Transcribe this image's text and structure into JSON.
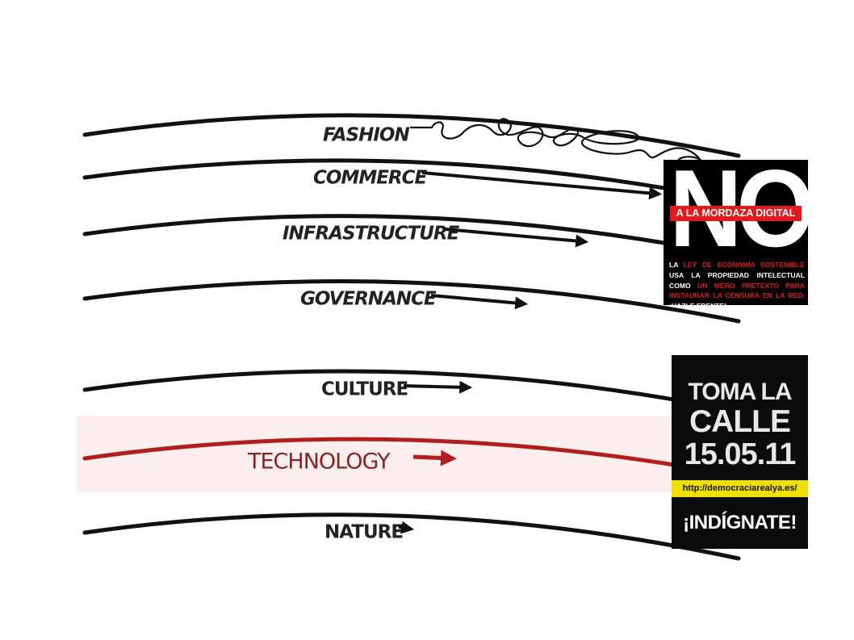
{
  "diagram": {
    "layers": [
      {
        "label": "FASHION",
        "style": "italic",
        "arrow": "tangled"
      },
      {
        "label": "COMMERCE",
        "style": "italic",
        "arrow": "long"
      },
      {
        "label": "INFRASTRUCTURE",
        "style": "italic",
        "arrow": "long"
      },
      {
        "label": "GOVERNANCE",
        "style": "italic",
        "arrow": "medium"
      },
      {
        "label": "CULTURE",
        "style": "upright",
        "arrow": "short"
      },
      {
        "label": "TECHNOLOGY",
        "style": "highlight",
        "arrow": "short"
      },
      {
        "label": "NATURE",
        "style": "upright",
        "arrow": "tiny"
      }
    ],
    "colors": {
      "line": "#111111",
      "highlight_line": "#b01e1e",
      "highlight_band": "#fbeeee",
      "highlight_text": "#8a2323"
    }
  },
  "poster_no": {
    "headline": "NO",
    "band": "A LA MORDAZA DIGITAL",
    "text_parts": [
      {
        "text": "LA ",
        "red": false
      },
      {
        "text": "LEY DE ECONOMÍA SOSTENIBLE",
        "red": true
      },
      {
        "text": " USA LA PROPIEDAD INTELECTUAL COMO ",
        "red": false
      },
      {
        "text": "UN MERO PRETEXTO PARA INSTAURAR LA CENSURA EN LA RED.",
        "red": true
      },
      {
        "text": " ¡HAZLE FRENTE!",
        "red": false
      }
    ],
    "colors": {
      "background": "#000000",
      "accent": "#e11b1b"
    }
  },
  "poster_toma": {
    "line1": "TOMA LA",
    "line2": "CALLE",
    "line3": "15.05.11",
    "url": "http://democraciarealya.es/",
    "slogan": "¡INDÍGNATE!",
    "colors": {
      "background": "#0b0b0b",
      "band": "#f0e000"
    }
  }
}
